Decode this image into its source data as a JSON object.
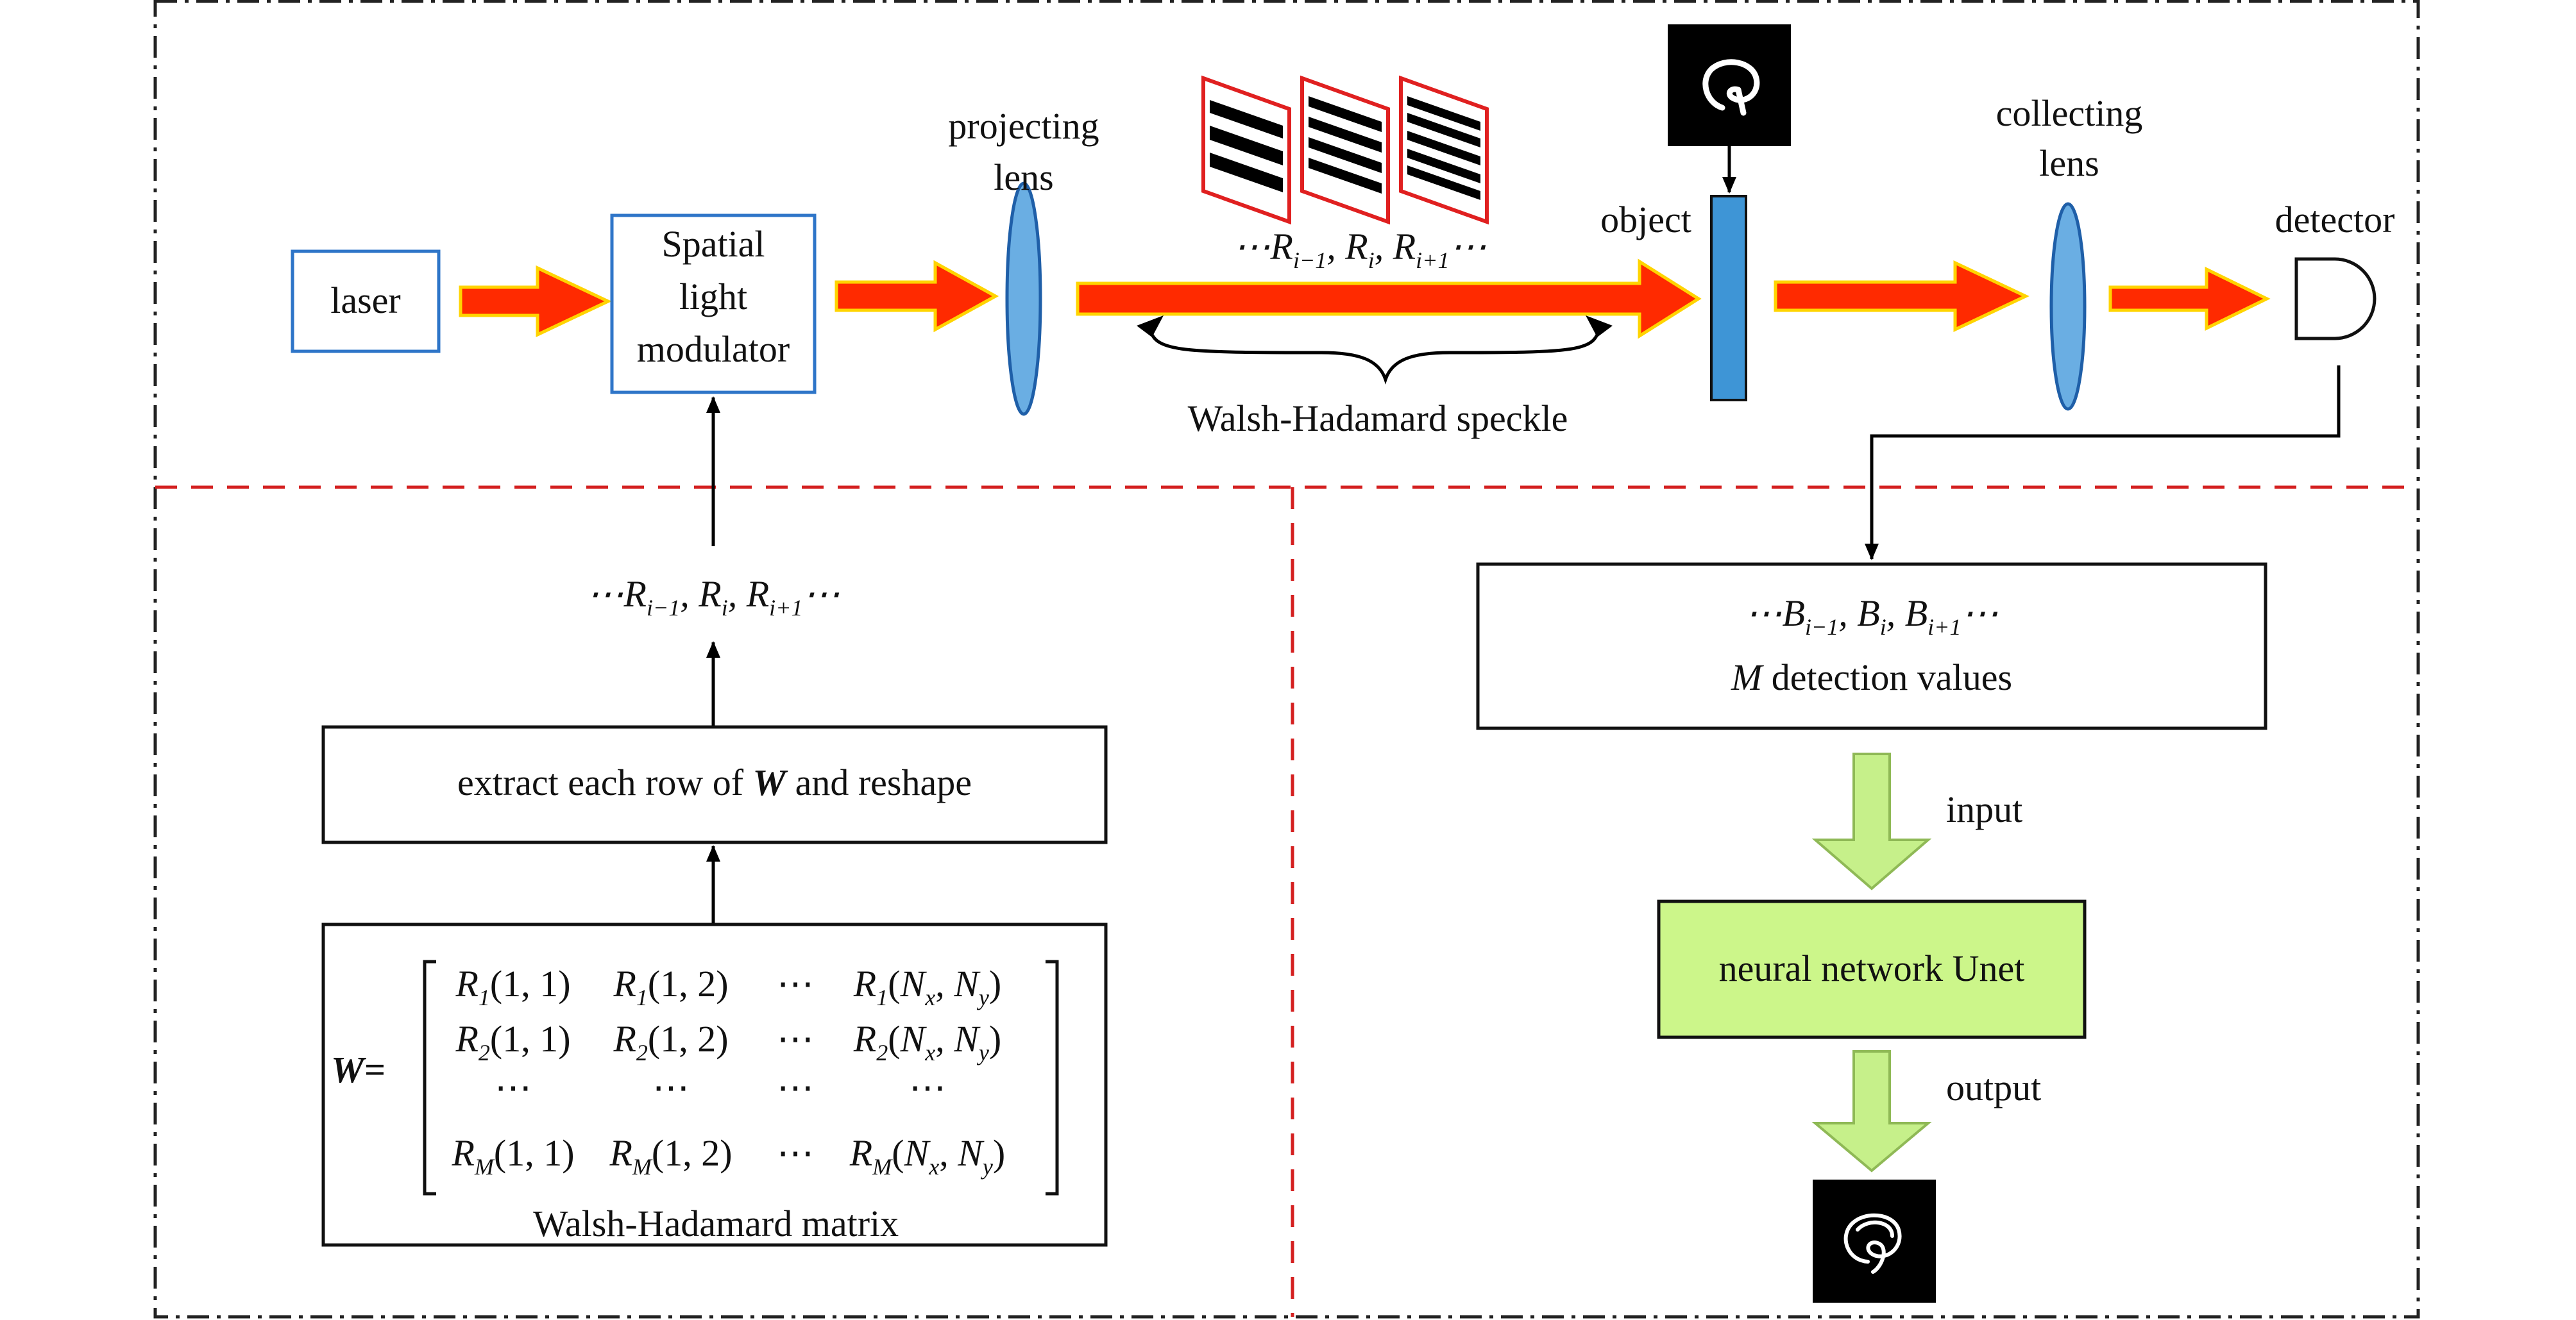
{
  "top": {
    "laser": "laser",
    "slm": [
      "Spatial",
      "light",
      "modulator"
    ],
    "projecting_lens": [
      "projecting",
      "lens"
    ],
    "speckle_sequence": {
      "prefix": "⋯R",
      "s1": "i−1",
      "mid1": ", R",
      "s2": "i",
      "mid2": ", R",
      "s3": "i+1",
      "suffix": "⋯"
    },
    "speckle_caption": "Walsh-Hadamard speckle",
    "object": "object",
    "collecting_lens": [
      "collecting",
      "lens"
    ],
    "detector": "detector"
  },
  "left": {
    "pattern_sequence": {
      "prefix": "⋯R",
      "s1": "i−1",
      "mid1": ", R",
      "s2": "i",
      "mid2": ", R",
      "s3": "i+1",
      "suffix": "⋯"
    },
    "extract_box": {
      "before": "extract each row of ",
      "symbol": "W",
      "after": " and reshape"
    },
    "matrix": {
      "lhs": "W=",
      "rows": [
        [
          {
            "R": "R",
            "s": "1",
            "arg": "(1, 1)"
          },
          {
            "R": "R",
            "s": "1",
            "arg": "(1, 2)"
          },
          {
            "dots": "⋯"
          },
          {
            "R": "R",
            "s": "1",
            "arg_open": "(N",
            "sx": "x",
            "arg_mid": ", N",
            "sy": "y",
            "arg_close": ")"
          }
        ],
        [
          {
            "R": "R",
            "s": "2",
            "arg": "(1, 1)"
          },
          {
            "R": "R",
            "s": "2",
            "arg": "(1, 2)"
          },
          {
            "dots": "⋯"
          },
          {
            "R": "R",
            "s": "2",
            "arg_open": "(N",
            "sx": "x",
            "arg_mid": ", N",
            "sy": "y",
            "arg_close": ")"
          }
        ],
        [
          {
            "dots": "⋯"
          },
          {
            "dots": "⋯"
          },
          {
            "dots": "⋯"
          },
          {
            "dots": "⋯"
          }
        ],
        [
          {
            "R": "R",
            "s": "M",
            "arg": "(1, 1)"
          },
          {
            "R": "R",
            "s": "M",
            "arg": "(1, 2)"
          },
          {
            "dots": "⋯"
          },
          {
            "R": "R",
            "s": "M",
            "arg_open": "(N",
            "sx": "x",
            "arg_mid": ", N",
            "sy": "y",
            "arg_close": ")"
          }
        ]
      ],
      "caption": "Walsh-Hadamard matrix"
    }
  },
  "right": {
    "detection_box": {
      "sequence": {
        "prefix": "⋯B",
        "s1": "i−1",
        "mid1": ", B",
        "s2": "i",
        "mid2": ", B",
        "s3": "i+1",
        "suffix": "⋯"
      },
      "line2_symbol": "M",
      "line2_text": " detection values"
    },
    "input_label": "input",
    "network": "neural network Unet",
    "output_label": "output"
  },
  "colors": {
    "beam": "#ff2a00",
    "beam_edge": "#ffd400",
    "lens_fill": "#6aaee3",
    "lens_edge": "#1f5fa8",
    "object_fill": "#3e95d6",
    "box_blue": "#2e75c8",
    "network_fill": "#ccf68a",
    "green_arrow": "#c6f08a",
    "green_arrow_edge": "#8fb956",
    "dashed_red": "#d42020"
  }
}
